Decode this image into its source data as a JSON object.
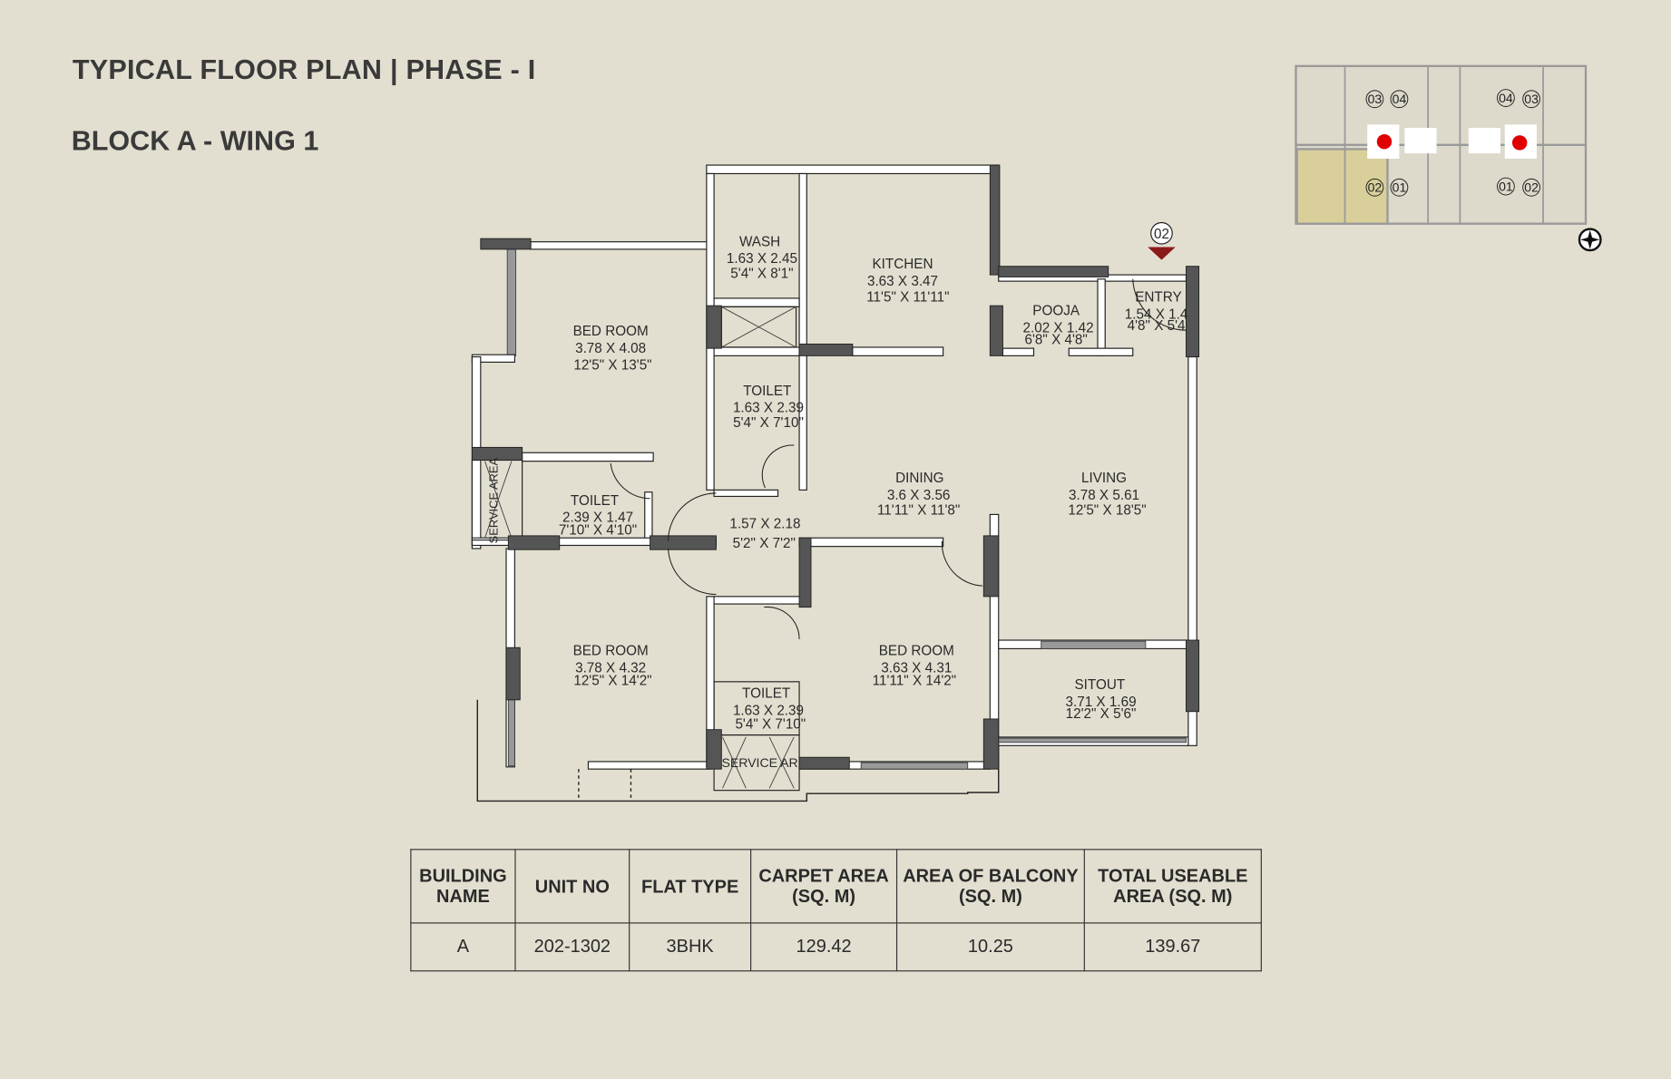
{
  "header": {
    "title": "TYPICAL FLOOR PLAN | PHASE - I",
    "subtitle": "BLOCK A - WING 1"
  },
  "rooms": {
    "bed1": {
      "name": "BED ROOM",
      "metric": "3.78 X 4.08",
      "imperial": "12'5\" X 13'5\""
    },
    "wash": {
      "name": "WASH",
      "metric": "1.63 X 2.45",
      "imperial": "5'4\" X 8'1\""
    },
    "kitchen": {
      "name": "KITCHEN",
      "metric": "3.63 X 3.47",
      "imperial": "11'5\" X 11'11\""
    },
    "pooja": {
      "name": "POOJA",
      "metric": "2.02 X 1.42",
      "imperial": "6'8\" X 4'8\""
    },
    "entry": {
      "name": "ENTRY",
      "metric": "1.54 X 1.4",
      "imperial": "4'8\" X 5'4"
    },
    "toilet1": {
      "name": "TOILET",
      "metric": "1.63 X 2.39",
      "imperial": "5'4\" X 7'10\""
    },
    "toilet2": {
      "name": "TOILET",
      "metric": "2.39 X 1.47",
      "imperial": "7'10\" X 4'10\""
    },
    "service1": {
      "name": "SERVICE AREA"
    },
    "passage": {
      "metric": "1.57 X 2.18",
      "imperial": "5'2\" X 7'2\""
    },
    "dining": {
      "name": "DINING",
      "metric": "3.6 X 3.56",
      "imperial": "11'11\" X 11'8\""
    },
    "living": {
      "name": "LIVING",
      "metric": "3.78 X 5.61",
      "imperial": "12'5\" X 18'5\""
    },
    "bed3": {
      "name": "BED ROOM",
      "metric": "3.78 X 4.32",
      "imperial": "12'5\" X 14'2\""
    },
    "toilet3": {
      "name": "TOILET",
      "metric": "1.63 X 2.39",
      "imperial": "5'4\" X 7'10\""
    },
    "service2": {
      "name": "SERVICE AR"
    },
    "bed4": {
      "name": "BED ROOM",
      "metric": "3.63 X 4.31",
      "imperial": "11'11\" X 14'2\""
    },
    "sitout": {
      "name": "SITOUT",
      "metric": "3.71 X 1.69",
      "imperial": "12'2\" X 5'6\""
    }
  },
  "unit_marker": "02",
  "key_plan": {
    "labels_top": [
      "03",
      "04",
      "04",
      "03"
    ],
    "labels_bottom": [
      "02",
      "01",
      "01",
      "02"
    ],
    "highlight_color": "#d8cf9a",
    "marker_color": "#e00000"
  },
  "table": {
    "headers": [
      "BUILDING NAME",
      "UNIT NO",
      "FLAT TYPE",
      "CARPET AREA (SQ. M)",
      "AREA OF BALCONY (SQ. M)",
      "TOTAL USEABLE AREA (SQ. M)"
    ],
    "rows": [
      [
        "A",
        "202-1302",
        "3BHK",
        "129.42",
        "10.25",
        "139.67"
      ]
    ]
  }
}
